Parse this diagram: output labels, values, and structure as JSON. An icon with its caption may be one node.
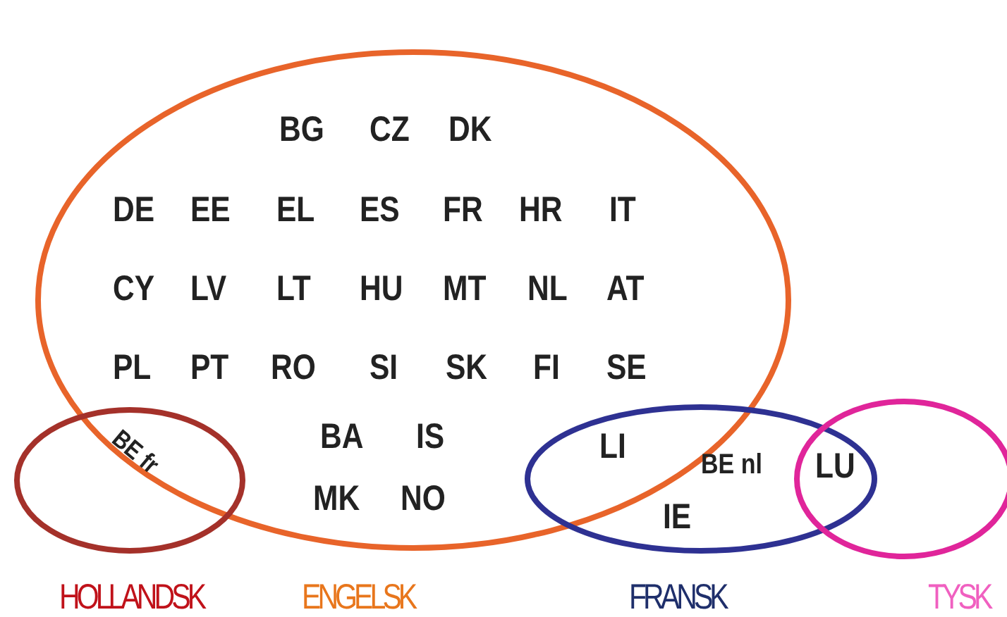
{
  "diagram": {
    "nodes": [
      {
        "text": [
          "ENGELSK"
        ]
      },
      {
        "text": [
          "HOLLANDSK"
        ]
      },
      {
        "text": [
          "FRANSK"
        ]
      },
      {
        "text": [
          "TYSK"
        ]
      }
    ],
    "labels": [
      "BG",
      "CZ",
      "DK",
      "DE",
      "EE",
      "EL",
      "ES",
      "FR",
      "HR",
      "IT",
      "CY",
      "LV",
      "LT",
      "HU",
      "MT",
      "NL",
      "AT",
      "PL",
      "PT",
      "RO",
      "SI",
      "SK",
      "FI",
      "SE",
      "BE fr",
      "BA",
      "IS",
      "LI",
      "BE nl",
      "LU",
      "MK",
      "NO",
      "IE"
    ]
  }
}
